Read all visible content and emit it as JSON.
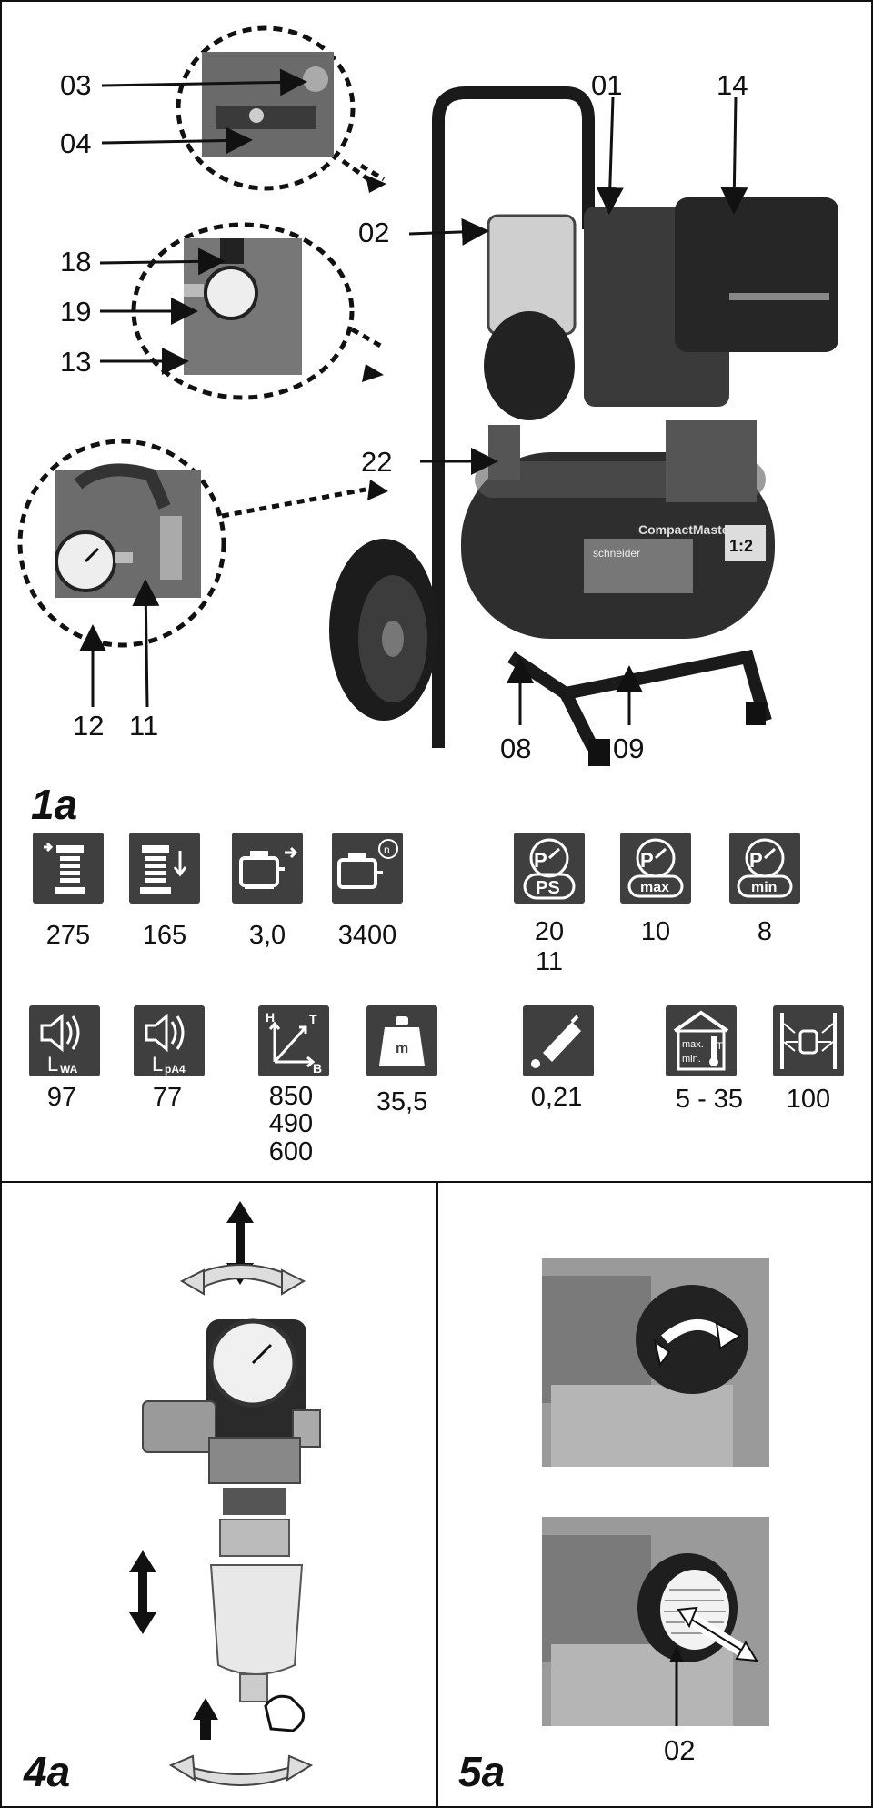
{
  "figure_1a": {
    "label": "1a",
    "callouts": {
      "c01": "01",
      "c02": "02",
      "c03": "03",
      "c04": "04",
      "c08": "08",
      "c09": "09",
      "c11": "11",
      "c12": "12",
      "c13": "13",
      "c14": "14",
      "c18": "18",
      "c19": "19",
      "c22": "22"
    },
    "product_text": {
      "brand": "schneider",
      "model": "CompactMaster",
      "ratio": "1:2"
    },
    "specs_row1": [
      {
        "icon": "intake-volume-icon",
        "value": "275"
      },
      {
        "icon": "output-volume-icon",
        "value": "165"
      },
      {
        "icon": "motor-power-icon",
        "value": "3,0"
      },
      {
        "icon": "motor-speed-icon",
        "value": "3400"
      },
      {
        "icon": "pressure-ps-icon",
        "value": "20\n11",
        "icon_text": "PS"
      },
      {
        "icon": "pressure-max-icon",
        "value": "10",
        "icon_text": "max"
      },
      {
        "icon": "pressure-min-icon",
        "value": "8",
        "icon_text": "min"
      }
    ],
    "specs_row2": [
      {
        "icon": "sound-power-icon",
        "value": "97",
        "icon_text": "L",
        "icon_sub": "WA"
      },
      {
        "icon": "sound-pressure-icon",
        "value": "77",
        "icon_text": "L",
        "icon_sub": "pA4"
      },
      {
        "icon": "dimensions-icon",
        "value": "850\n490\n600",
        "icon_labels": [
          "H",
          "T",
          "B"
        ]
      },
      {
        "icon": "weight-icon",
        "value": "35,5",
        "icon_text": "m"
      },
      {
        "icon": "oil-icon",
        "value": "0,21"
      },
      {
        "icon": "temperature-range-icon",
        "value": "5 - 35",
        "icon_labels": [
          "max.",
          "min.",
          "T"
        ]
      },
      {
        "icon": "tilt-icon",
        "value": "100"
      }
    ]
  },
  "figure_4a": {
    "label": "4a"
  },
  "figure_5a": {
    "label": "5a",
    "callout": "02"
  }
}
